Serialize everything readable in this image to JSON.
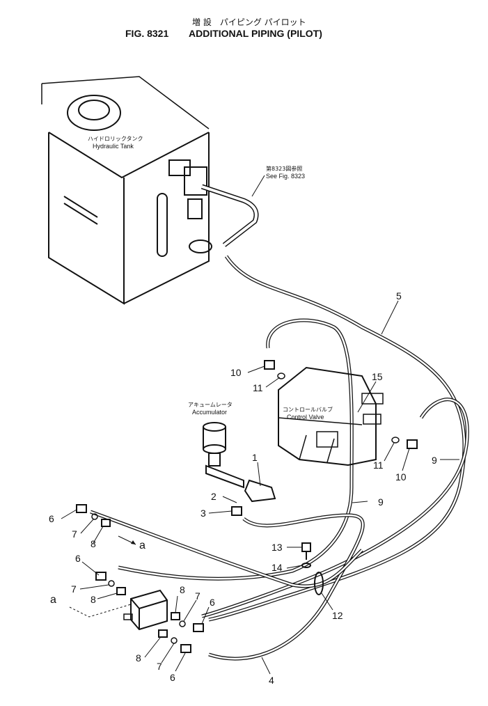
{
  "header": {
    "title_jp": "増 設　パイピング パイロット",
    "fig_no": "FIG. 8321",
    "title_en": "ADDITIONAL PIPING (PILOT)"
  },
  "labels": {
    "tank_jp": "ハイドロリックタンク",
    "tank_en": "Hydraulic Tank",
    "seefig_jp": "第8323図参照",
    "seefig_en": "See Fig. 8323",
    "valve_jp": "コントロールバルブ",
    "valve_en": "Control Valve",
    "accum_jp": "アキュームレータ",
    "accum_en": "Accumulator",
    "ref_a": "a"
  },
  "callouts": [
    "1",
    "2",
    "3",
    "4",
    "5",
    "6",
    "6",
    "6",
    "6",
    "7",
    "7",
    "7",
    "7",
    "8",
    "8",
    "8",
    "8",
    "9",
    "9",
    "10",
    "10",
    "11",
    "11",
    "12",
    "13",
    "14",
    "15"
  ]
}
